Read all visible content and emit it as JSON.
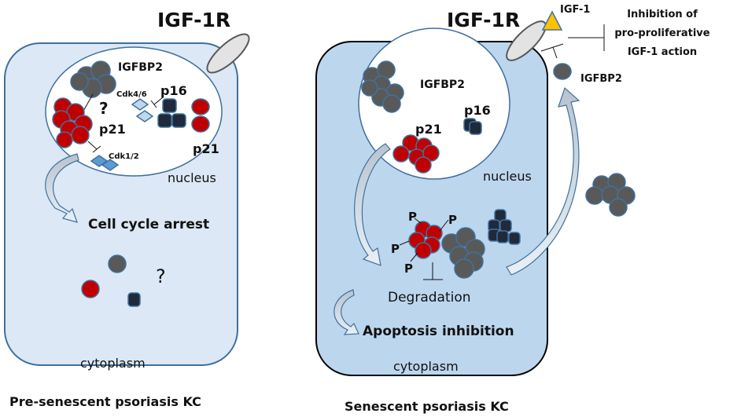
{
  "colors": {
    "cell_left_fill": "#dce8f5",
    "cell_right_fill": "#bcd6ee",
    "cell_left_stroke": "#3f6f9c",
    "cell_right_stroke": "#000000",
    "nucleus_fill": "#ffffff",
    "nucleus_stroke": "#3f6f9c",
    "igfbp2": "#595959",
    "p21": "#c00000",
    "p16": "#1f2a3a",
    "cdk": "#5b9bd5",
    "cdk_light": "#bdd7ee",
    "receptor": "#e3e3e3",
    "igf1": "#ffc000",
    "outline": "#41719c"
  },
  "left_cell": {
    "receptor_label": "IGF-1R",
    "igfbp2_label": "IGFBP2",
    "question_nucleus": "?",
    "cdk46_label": "Cdk4/6",
    "p16_label": "p16",
    "p21_label": "p21",
    "p21_outer_label": "p21",
    "cdk12_label": "Cdk1/2",
    "nucleus_label": "nucleus",
    "outcome_label": "Cell cycle arrest",
    "question_cytoplasm": "?",
    "cytoplasm_label": "cytoplasm",
    "caption": "Pre-senescent psoriasis KC"
  },
  "right_cell": {
    "receptor_label": "IGF-1R",
    "ligand_label": "IGF-1",
    "inhibition_label_1": "Inhibition of",
    "inhibition_label_2": "pro-proliferative",
    "inhibition_label_3": "IGF-1 action",
    "secreted_label": "IGFBP2",
    "igfbp2_label": "IGFBP2",
    "p16_label": "p16",
    "p21_label": "p21",
    "nucleus_label": "nucleus",
    "phospho_label": "P",
    "degradation_label": "Degradation",
    "outcome_label": "Apoptosis inhibition",
    "cytoplasm_label": "cytoplasm",
    "caption": "Senescent psoriasis KC"
  }
}
